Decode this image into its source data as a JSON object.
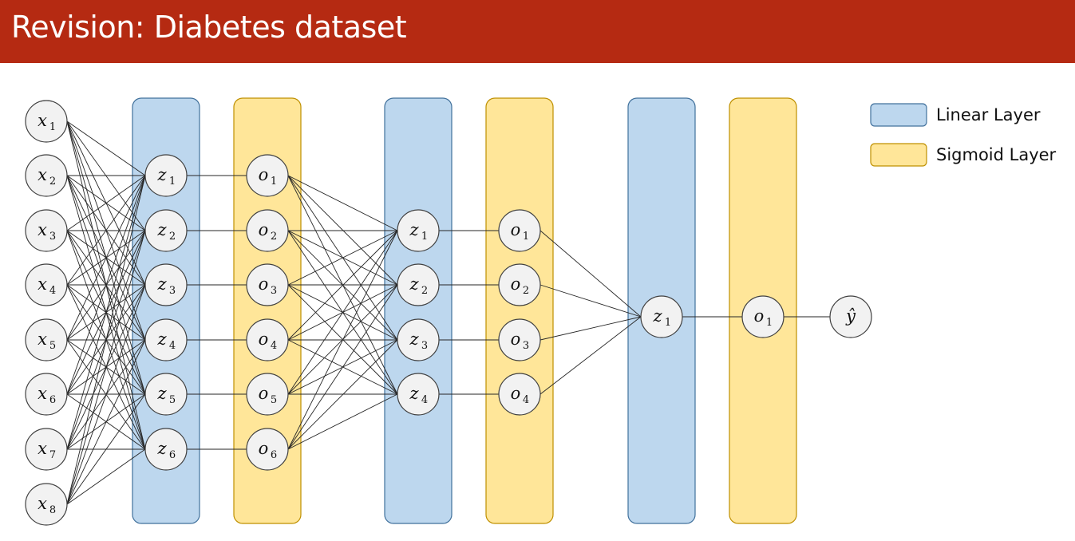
{
  "title": "Revision: Diabetes dataset",
  "legend": [
    {
      "label": "Linear Layer",
      "color": "#bdd7ee",
      "border": "#41719c"
    },
    {
      "label": "Sigmoid Layer",
      "color": "#ffe699",
      "border": "#bf9000"
    }
  ],
  "colors": {
    "title_bar": "#b52a12",
    "node_fill": "#f2f2f2",
    "node_stroke": "#404040",
    "edge": "#262626"
  },
  "input_layer": [
    {
      "var": "x",
      "sub": "1"
    },
    {
      "var": "x",
      "sub": "2"
    },
    {
      "var": "x",
      "sub": "3"
    },
    {
      "var": "x",
      "sub": "4"
    },
    {
      "var": "x",
      "sub": "5"
    },
    {
      "var": "x",
      "sub": "6"
    },
    {
      "var": "x",
      "sub": "7"
    },
    {
      "var": "x",
      "sub": "8"
    }
  ],
  "layers": [
    {
      "type": "linear",
      "nodes": [
        {
          "var": "z",
          "sub": "1"
        },
        {
          "var": "z",
          "sub": "2"
        },
        {
          "var": "z",
          "sub": "3"
        },
        {
          "var": "z",
          "sub": "4"
        },
        {
          "var": "z",
          "sub": "5"
        },
        {
          "var": "z",
          "sub": "6"
        }
      ]
    },
    {
      "type": "sigmoid",
      "nodes": [
        {
          "var": "o",
          "sub": "1"
        },
        {
          "var": "o",
          "sub": "2"
        },
        {
          "var": "o",
          "sub": "3"
        },
        {
          "var": "o",
          "sub": "4"
        },
        {
          "var": "o",
          "sub": "5"
        },
        {
          "var": "o",
          "sub": "6"
        }
      ]
    },
    {
      "type": "linear",
      "nodes": [
        {
          "var": "z",
          "sub": "1"
        },
        {
          "var": "z",
          "sub": "2"
        },
        {
          "var": "z",
          "sub": "3"
        },
        {
          "var": "z",
          "sub": "4"
        }
      ]
    },
    {
      "type": "sigmoid",
      "nodes": [
        {
          "var": "o",
          "sub": "1"
        },
        {
          "var": "o",
          "sub": "2"
        },
        {
          "var": "o",
          "sub": "3"
        },
        {
          "var": "o",
          "sub": "4"
        }
      ]
    },
    {
      "type": "linear",
      "nodes": [
        {
          "var": "z",
          "sub": "1"
        }
      ]
    },
    {
      "type": "sigmoid",
      "nodes": [
        {
          "var": "o",
          "sub": "1"
        }
      ]
    }
  ],
  "output": {
    "var": "ŷ"
  }
}
